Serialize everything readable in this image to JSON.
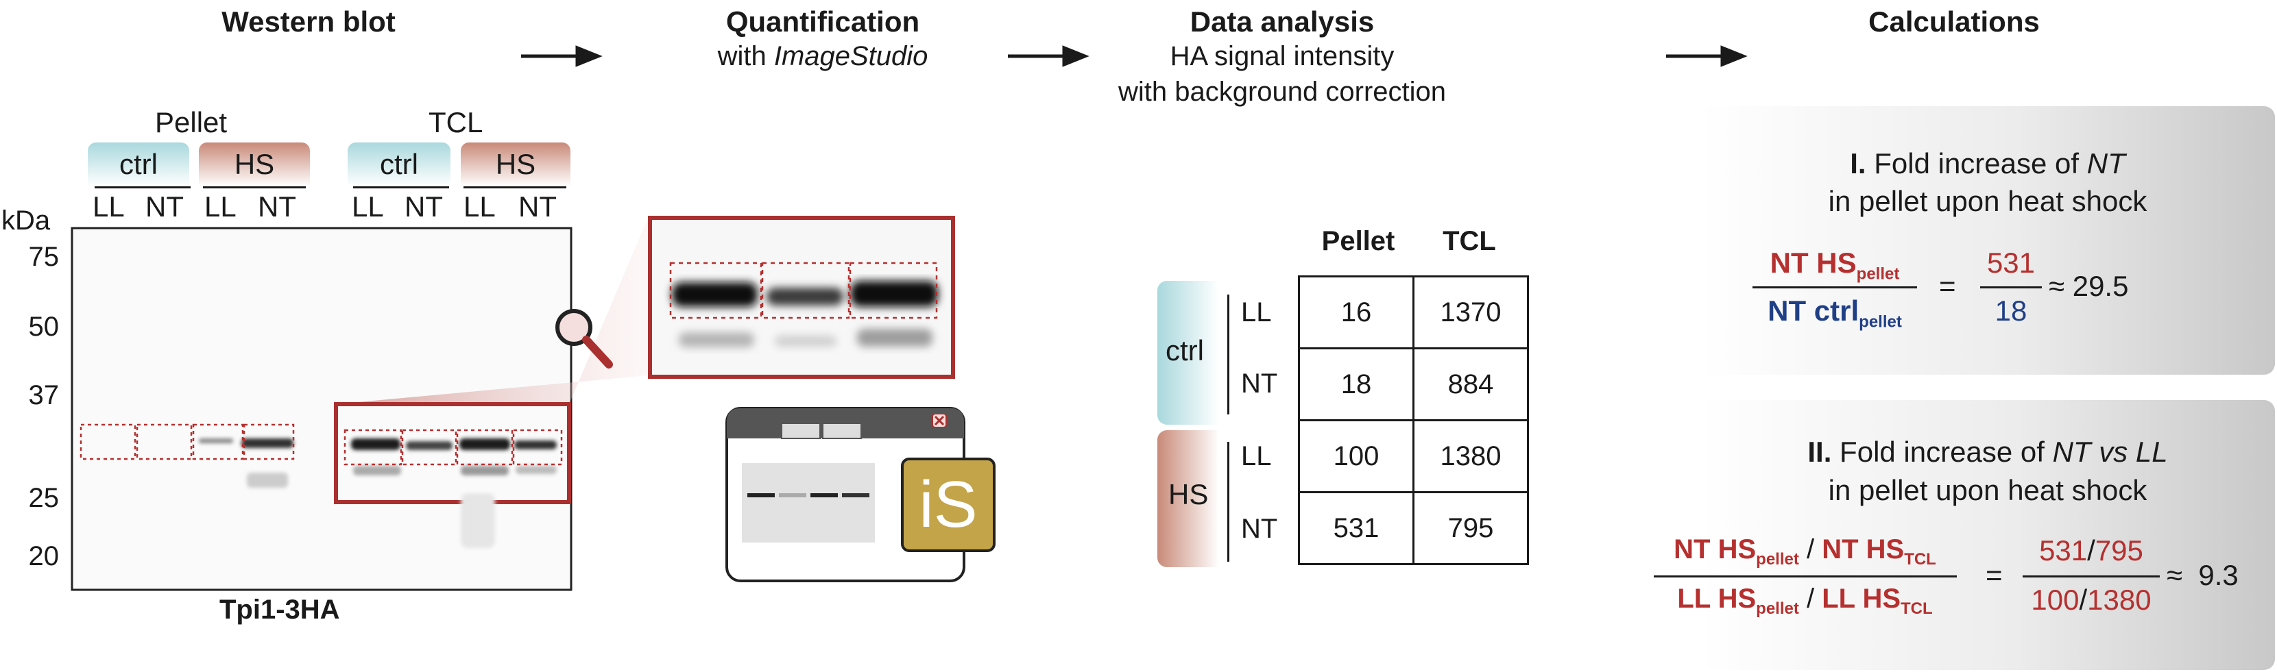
{
  "steps": {
    "western": {
      "title": "Western blot"
    },
    "quant": {
      "title": "Quantification",
      "line1": "with ",
      "software": "ImageStudio"
    },
    "analysis": {
      "title": "Data analysis",
      "line1": "HA signal intensity",
      "line2": "with background correction"
    },
    "calc": {
      "title": "Calculations"
    }
  },
  "blot": {
    "group_pellet": "Pellet",
    "group_tcl": "TCL",
    "conditions": [
      "ctrl",
      "HS",
      "ctrl",
      "HS"
    ],
    "lanes": [
      "LL",
      "NT",
      "LL",
      "NT",
      "LL",
      "NT",
      "LL",
      "NT"
    ],
    "unit": "kDa",
    "markers": [
      "75",
      "50",
      "37",
      "25",
      "20"
    ],
    "protein": "Tpi1-3HA"
  },
  "software_logo": "iS",
  "table": {
    "col_headers": [
      "Pellet",
      "TCL"
    ],
    "groups": [
      "ctrl",
      "HS"
    ],
    "rows": [
      {
        "lane": "LL",
        "pellet": "16",
        "tcl": "1370"
      },
      {
        "lane": "NT",
        "pellet": "18",
        "tcl": "884"
      },
      {
        "lane": "LL",
        "pellet": "100",
        "tcl": "1380"
      },
      {
        "lane": "NT",
        "pellet": "531",
        "tcl": "795"
      }
    ]
  },
  "calc1": {
    "roman": "I.",
    "title_a": " Fold increase of ",
    "title_b": "NT",
    "title_line2": "in pellet upon heat shock",
    "num": "NT HS",
    "num_sub": "pellet",
    "den": "NT ctrl",
    "den_sub": "pellet",
    "eq": "=",
    "val_num": "531",
    "val_den": "18",
    "result": "≈ 29.5"
  },
  "calc2": {
    "roman": "II.",
    "title_a": " Fold increase of ",
    "title_b": "NT vs LL",
    "title_line2": "in pellet upon heat shock",
    "num_a": "NT HS",
    "num_a_sub": "pellet",
    "slash": " / ",
    "num_b": "NT HS",
    "num_b_sub": "TCL",
    "den_a": "LL HS",
    "den_a_sub": "pellet",
    "den_b": "LL HS",
    "den_b_sub": "TCL",
    "eq": "=",
    "val_num_a": "531",
    "val_num_sep": "/",
    "val_num_b": "795",
    "val_den_a": "100",
    "val_den_sep": "/",
    "val_den_b": "1380",
    "result": "≈  9.3"
  }
}
